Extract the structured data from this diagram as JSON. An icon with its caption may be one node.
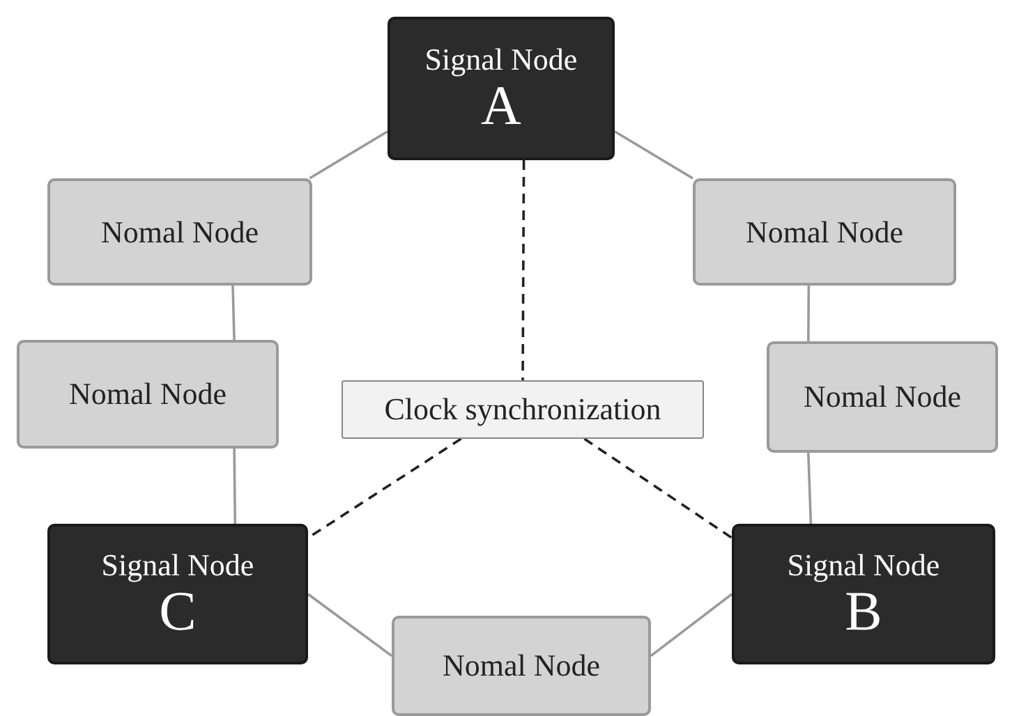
{
  "diagram": {
    "nodes": [
      {
        "text": [
          "Signal Node",
          "A"
        ]
      },
      {
        "text": [
          "Nomal Node"
        ]
      },
      {
        "text": [
          "Nomal Node"
        ]
      },
      {
        "text": [
          "Nomal Node"
        ]
      },
      {
        "text": [
          "Clock synchronization"
        ]
      },
      {
        "text": [
          "Nomal Node"
        ]
      },
      {
        "text": [
          "Signal Node",
          "C"
        ]
      },
      {
        "text": [
          "Signal Node",
          "B"
        ]
      },
      {
        "text": [
          "Nomal Node"
        ]
      }
    ],
    "edges": [
      {
        "from": 0,
        "to": 1,
        "arrow": "none"
      },
      {
        "from": 1,
        "to": 3,
        "arrow": "none"
      },
      {
        "from": 3,
        "to": 6,
        "arrow": "none"
      },
      {
        "from": 6,
        "to": 8,
        "arrow": "none"
      },
      {
        "from": 8,
        "to": 7,
        "arrow": "none"
      },
      {
        "from": 7,
        "to": 5,
        "arrow": "none"
      },
      {
        "from": 5,
        "to": 2,
        "arrow": "none"
      },
      {
        "from": 2,
        "to": 0,
        "arrow": "none"
      },
      {
        "from": 0,
        "to": 4,
        "arrow": "none",
        "style": "dashed",
        "color": "#222222"
      },
      {
        "from": 4,
        "to": 6,
        "arrow": "none",
        "style": "dashed",
        "color": "#222222"
      },
      {
        "from": 4,
        "to": 7,
        "arrow": "none",
        "style": "dashed",
        "color": "#222222"
      }
    ]
  }
}
